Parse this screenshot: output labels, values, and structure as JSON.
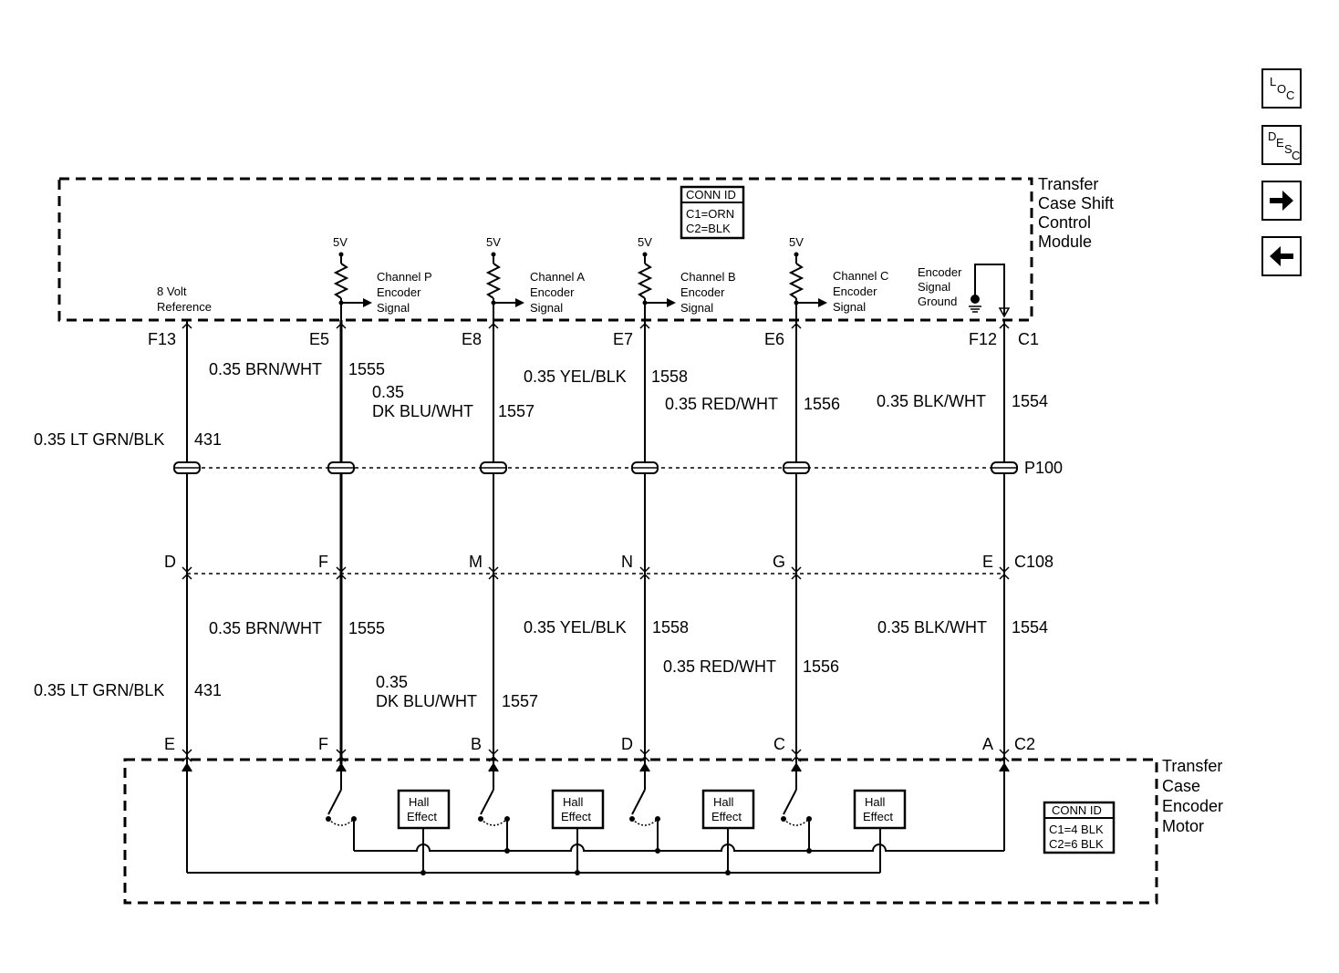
{
  "nav_buttons": {
    "loc": [
      "L",
      "O",
      "C"
    ],
    "desc": [
      "D",
      "E",
      "S",
      "C"
    ],
    "next_icon": "arrow-right-icon",
    "prev_icon": "arrow-left-icon"
  },
  "modules": {
    "top": {
      "line1": "Transfer",
      "line2": "Case Shift",
      "line3": "Control",
      "line4": "Module"
    },
    "bottom": {
      "line1": "Transfer",
      "line2": "Case",
      "line3": "Encoder",
      "line4": "Motor"
    }
  },
  "conn_id_top": {
    "title": "CONN ID",
    "line1": "C1=ORN",
    "line2": "C2=BLK"
  },
  "conn_id_bottom": {
    "title": "CONN ID",
    "line1": "C1=4 BLK",
    "line2": "C2=6 BLK"
  },
  "supply_label": "5V",
  "signals": {
    "ref": {
      "line1": "8 Volt",
      "line2": "Reference"
    },
    "p": {
      "line1": "Channel P",
      "line2": "Encoder",
      "line3": "Signal"
    },
    "a": {
      "line1": "Channel A",
      "line2": "Encoder",
      "line3": "Signal"
    },
    "b": {
      "line1": "Channel B",
      "line2": "Encoder",
      "line3": "Signal"
    },
    "c": {
      "line1": "Channel C",
      "line2": "Encoder",
      "line3": "Signal"
    },
    "gnd": {
      "line1": "Encoder",
      "line2": "Signal",
      "line3": "Ground"
    }
  },
  "pins_top": [
    "F13",
    "E5",
    "E8",
    "E7",
    "E6",
    "F12"
  ],
  "conn_c1": "C1",
  "inline_p100": "P100",
  "pins_c108": [
    "D",
    "F",
    "M",
    "N",
    "G",
    "E"
  ],
  "conn_c108": "C108",
  "pins_c2": [
    "E",
    "F",
    "B",
    "D",
    "C",
    "A"
  ],
  "conn_c2": "C2",
  "wires_upper": {
    "w431": {
      "color": "0.35 LT GRN/BLK",
      "circuit": "431"
    },
    "w1555": {
      "color": "0.35 BRN/WHT",
      "circuit": "1555"
    },
    "w1557": {
      "gauge": "0.35",
      "color": "DK BLU/WHT",
      "circuit": "1557"
    },
    "w1558": {
      "color": "0.35 YEL/BLK",
      "circuit": "1558"
    },
    "w1556": {
      "color": "0.35 RED/WHT",
      "circuit": "1556"
    },
    "w1554": {
      "color": "0.35 BLK/WHT",
      "circuit": "1554"
    }
  },
  "wires_lower": {
    "w431": {
      "color": "0.35 LT GRN/BLK",
      "circuit": "431"
    },
    "w1555": {
      "color": "0.35 BRN/WHT",
      "circuit": "1555"
    },
    "w1557": {
      "gauge": "0.35",
      "color": "DK BLU/WHT",
      "circuit": "1557"
    },
    "w1558": {
      "color": "0.35 YEL/BLK",
      "circuit": "1558"
    },
    "w1556": {
      "color": "0.35 RED/WHT",
      "circuit": "1556"
    },
    "w1554": {
      "color": "0.35 BLK/WHT",
      "circuit": "1554"
    }
  },
  "hall_sensors": [
    {
      "line1": "Hall",
      "line2": "Effect"
    },
    {
      "line1": "Hall",
      "line2": "Effect"
    },
    {
      "line1": "Hall",
      "line2": "Effect"
    },
    {
      "line1": "Hall",
      "line2": "Effect"
    }
  ]
}
